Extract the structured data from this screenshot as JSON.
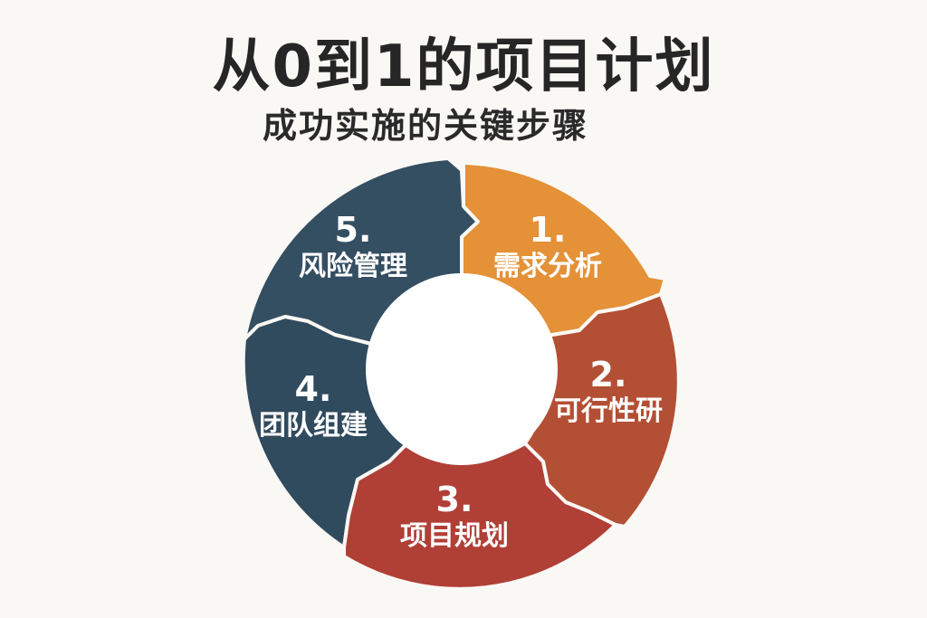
{
  "header": {
    "title": "从0到1的项目计划",
    "subtitle": "成功实施的关键步骤"
  },
  "steps": [
    {
      "number": "1.",
      "label": "需求分析",
      "color": "#e49137"
    },
    {
      "number": "2.",
      "label": "可行性研",
      "color": "#b34f34"
    },
    {
      "number": "3.",
      "label": "项目规划",
      "color": "#b03f36"
    },
    {
      "number": "4.",
      "label": "团队组建",
      "color": "#304a5e"
    },
    {
      "number": "5.",
      "label": "风险管理",
      "color": "#344e62"
    }
  ],
  "colors": {
    "background": "#faf8f4",
    "title": "#262626",
    "label": "#ffffff"
  }
}
